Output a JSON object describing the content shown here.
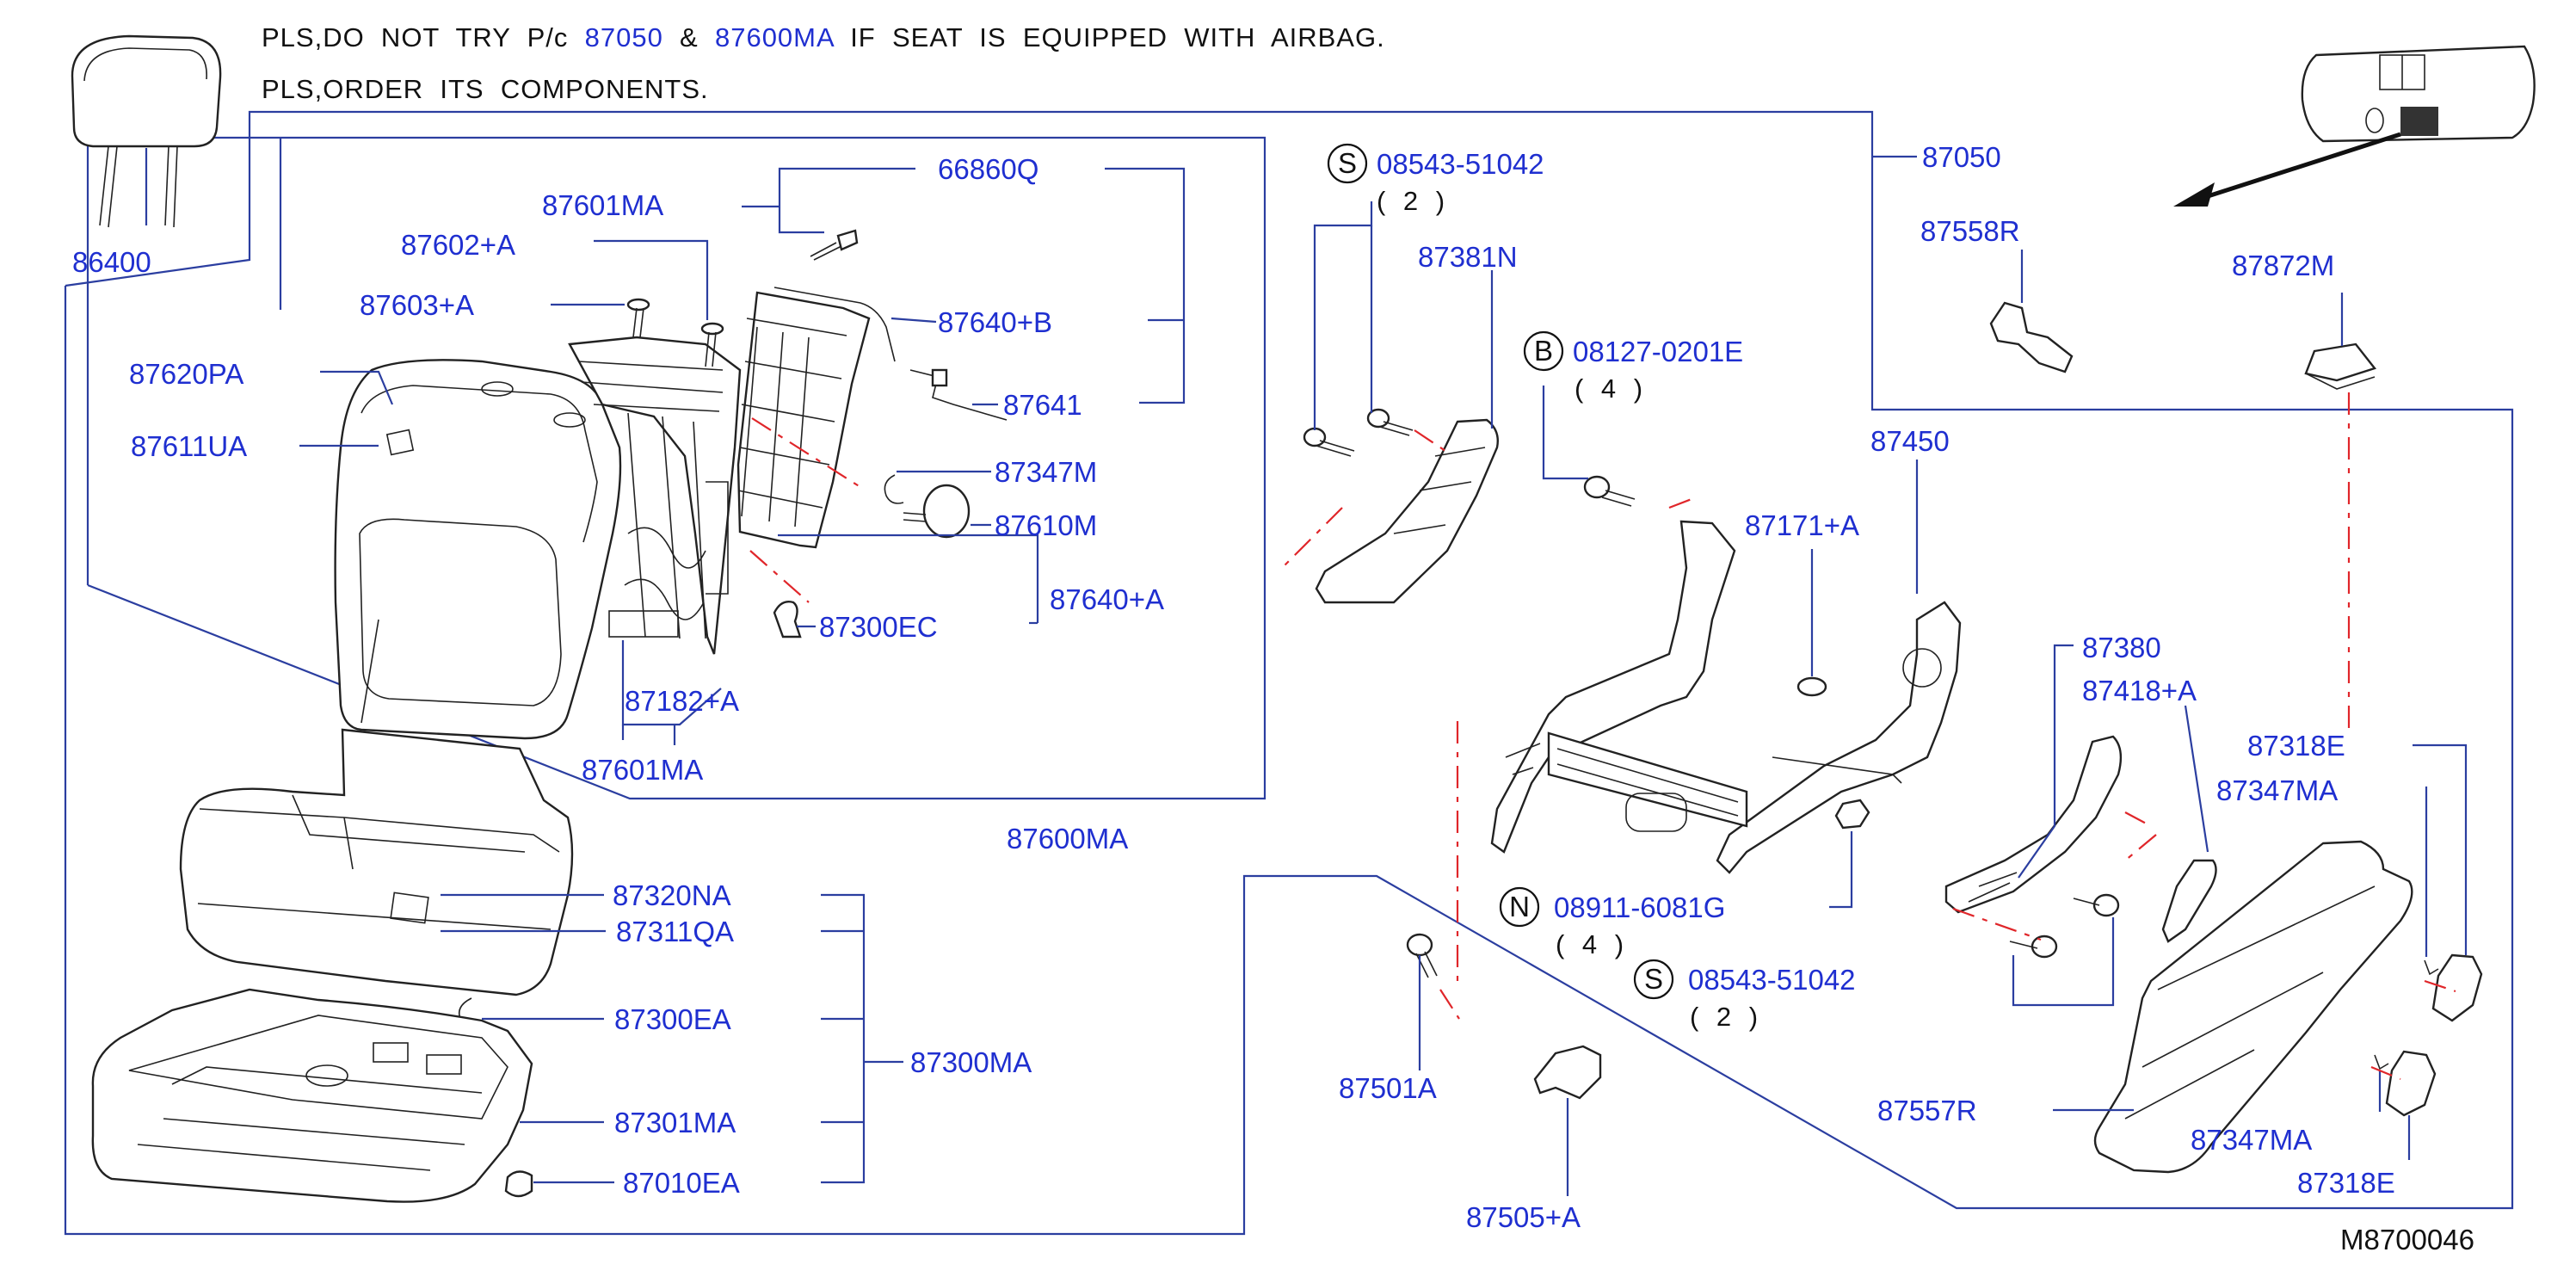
{
  "note": {
    "line1_a": "PLS,DO  NOT  TRY  P/c  ",
    "line1_p1": "87050",
    "line1_and": "  &  ",
    "line1_p2": "87600MA",
    "line1_b": "  IF  SEAT  IS  EQUIPPED  WITH  AIRBAG.",
    "line2": "PLS,ORDER  ITS  COMPONENTS."
  },
  "labels": {
    "p86400": "86400",
    "p87601MA_top": "87601MA",
    "p66860Q": "66860Q",
    "p87602A": "87602+A",
    "p87603A": "87603+A",
    "p87640B": "87640+B",
    "p87620PA": "87620PA",
    "p87641": "87641",
    "p87611UA": "87611UA",
    "p87347M": "87347M",
    "p87610M": "87610M",
    "p87640A": "87640+A",
    "p87300EC": "87300EC",
    "p87182A": "87182+A",
    "p87601MA_bot": "87601MA",
    "p87600MA": "87600MA",
    "p87320NA": "87320NA",
    "p87311QA": "87311QA",
    "p87300EA": "87300EA",
    "p87300MA": "87300MA",
    "p87301MA": "87301MA",
    "p87010EA": "87010EA",
    "s_bolt1": "08543-51042",
    "s_bolt1_qty": "( 2 )",
    "p87381N": "87381N",
    "b_bolt": "08127-0201E",
    "b_bolt_qty": "( 4 )",
    "p87050": "87050",
    "p87558R": "87558R",
    "p87872M": "87872M",
    "p87450": "87450",
    "p87171A": "87171+A",
    "p87380": "87380",
    "p87418A": "87418+A",
    "p87318E_top": "87318E",
    "p87347MA_top": "87347MA",
    "n_nut": "08911-6081G",
    "n_nut_qty": "( 4 )",
    "s_bolt2": "08543-51042",
    "s_bolt2_qty": "( 2 )",
    "p87501A": "87501A",
    "p87557R": "87557R",
    "p87347MA_bot": "87347MA",
    "p87318E_bot": "87318E",
    "p87505A": "87505+A",
    "ref_code": "M8700046"
  },
  "prefix_symbols": {
    "s": "S",
    "b": "B",
    "n": "N"
  },
  "colors": {
    "label_blue": "#1f2fd0",
    "leader_blue": "#2b3ea0",
    "centerline_red": "#e0262a"
  }
}
